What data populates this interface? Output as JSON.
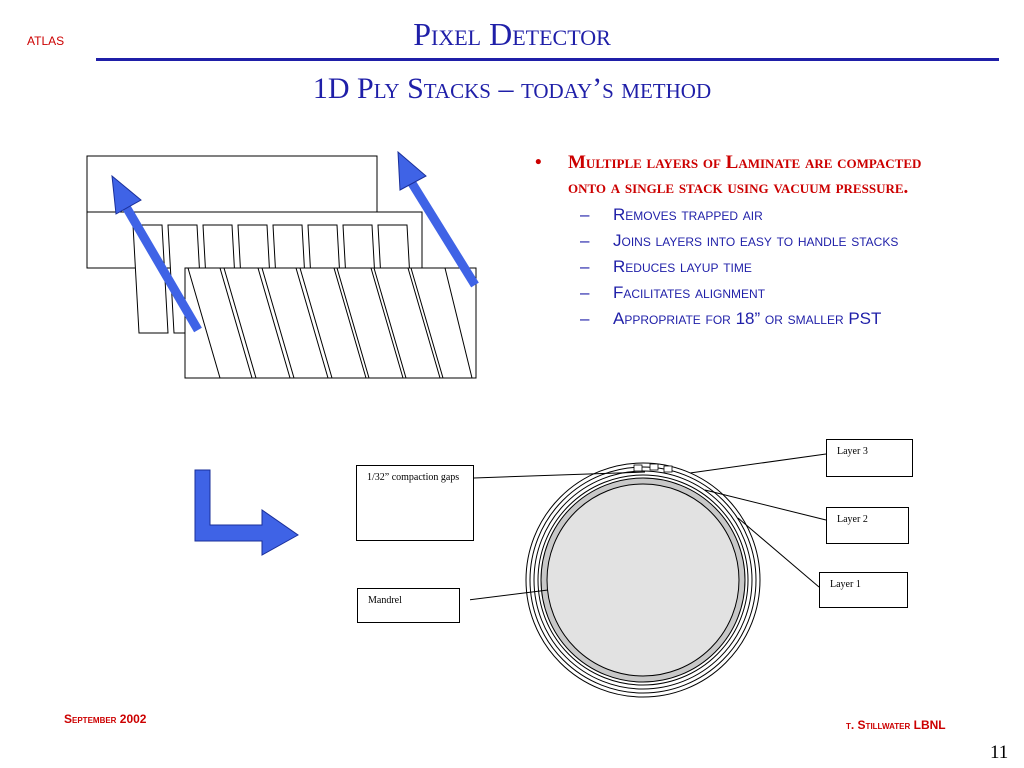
{
  "header": {
    "logo_text": "atlas",
    "title": "Pixel Detector",
    "subtitle": "1D Ply Stacks – today’s method"
  },
  "bullets": {
    "main": "Multiple layers of Laminate are compacted onto a single stack using vacuum pressure.",
    "bullet_glyph": "•",
    "dash_glyph": "–",
    "subitems": [
      "Removes trapped air",
      "Joins layers into easy to handle stacks",
      "Reduces layup time",
      "Facilitates alignment",
      "Appropriate for 18” or smaller PST"
    ]
  },
  "diagram_labels": {
    "gaps": "1/32” compaction gaps",
    "mandrel": "Mandrel",
    "layer3": "Layer 3",
    "layer2": "Layer 2",
    "layer1": "Layer 1"
  },
  "footer": {
    "date": "September 2002",
    "author": "t. Stillwater LBNL",
    "page": "11"
  },
  "colors": {
    "title_blue": "#1f1fa8",
    "accent_red": "#cc0000",
    "arrow_blue": "#3f63e6",
    "mandrel_gray": "#e2e2e2"
  }
}
